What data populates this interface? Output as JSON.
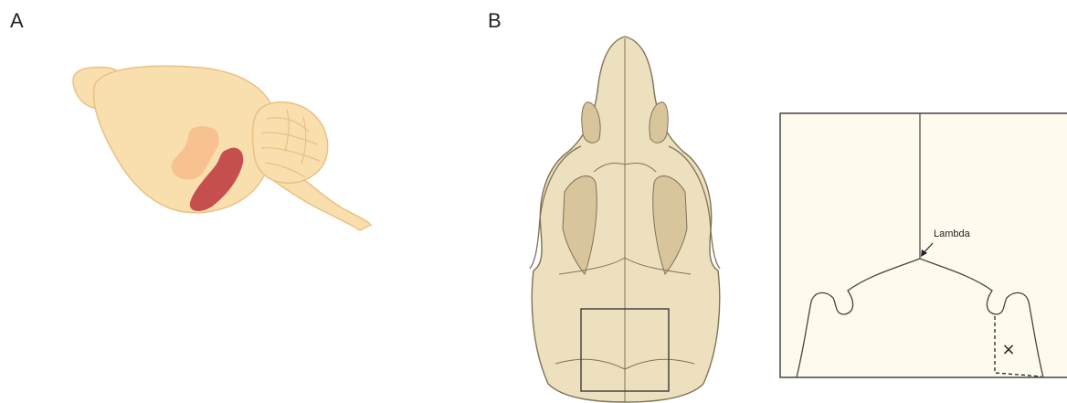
{
  "panels": {
    "a": {
      "label": "A"
    },
    "b": {
      "label": "B"
    }
  },
  "inset": {
    "landmark_label": "Lambda",
    "marker": "×"
  },
  "colors": {
    "brain_fill": "#f9dfae",
    "brain_stroke": "#e9c183",
    "region_light": "#f6bf8c",
    "region_dark": "#c2474a",
    "skull_fill": "#ede0be",
    "skull_shadow": "#d9c59c",
    "skull_stroke": "#7f7357",
    "inset_bg": "#fefaee",
    "line": "#444444"
  }
}
